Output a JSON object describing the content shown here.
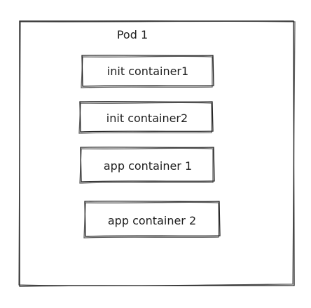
{
  "pod": {
    "title": "Pod 1"
  },
  "containers": [
    {
      "label": "init container1"
    },
    {
      "label": "init container2"
    },
    {
      "label": "app container 1"
    },
    {
      "label": "app container 2"
    }
  ],
  "colors": {
    "stroke": "#1e1e1e",
    "background": "#ffffff"
  }
}
